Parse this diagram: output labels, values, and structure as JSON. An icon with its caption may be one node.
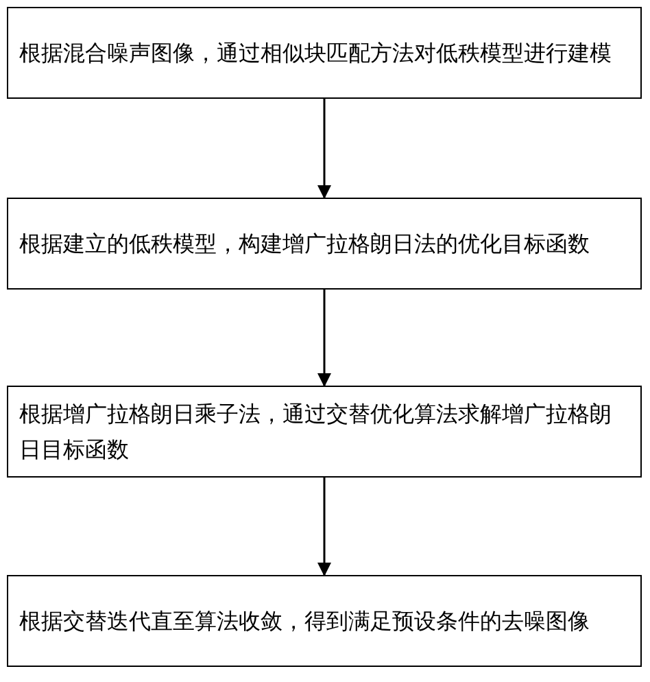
{
  "diagram": {
    "nodes": [
      {
        "text": [
          "根据混合噪声图像，通过相似块匹配方法对低秩模型进行建模"
        ]
      },
      {
        "text": [
          "根据建立的低秩模型，构建增广拉格朗日法的优化目标函数"
        ]
      },
      {
        "text": [
          "根据增广拉格朗日乘子法，通过交替优化算法求解增广拉格朗日目标函数"
        ]
      },
      {
        "text": [
          "根据交替迭代直至算法收敛，得到满足预设条件的去噪图像"
        ]
      }
    ],
    "edges": [
      {
        "from": 0,
        "to": 1,
        "arrow": "to"
      },
      {
        "from": 1,
        "to": 2,
        "arrow": "to"
      },
      {
        "from": 2,
        "to": 3,
        "arrow": "to"
      }
    ]
  }
}
